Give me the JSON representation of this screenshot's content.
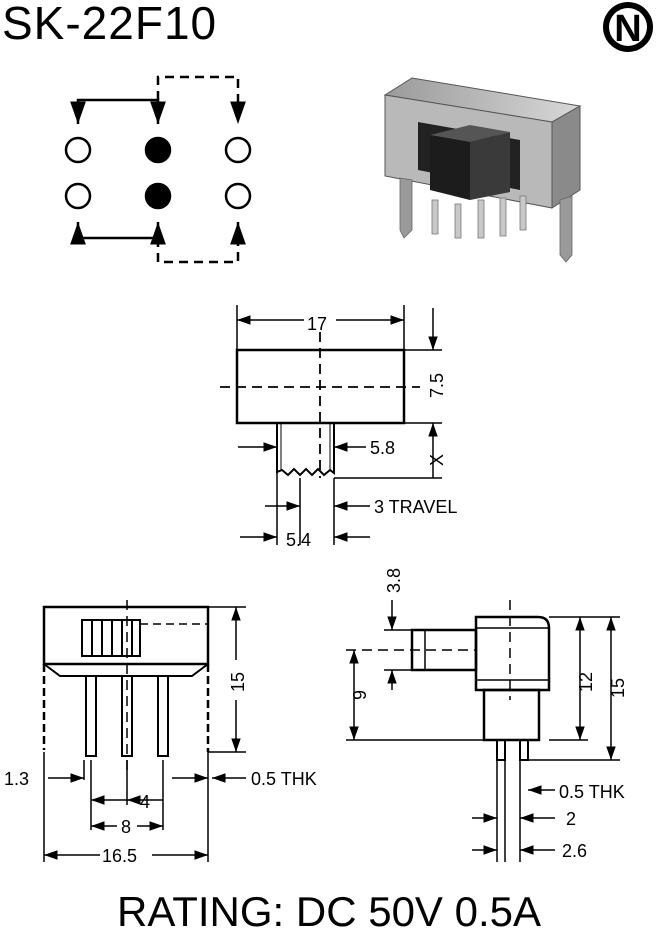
{
  "model": "SK-22F10",
  "logo": "N",
  "rating": "RATING: DC 50V 0.5A",
  "dimensions": {
    "width": "17",
    "height": "7.5",
    "knob_width": "5.8",
    "knob_height": "X",
    "travel": "3 TRAVEL",
    "knob_base": "5.4",
    "knob_protrusion": "3.8",
    "knob_center": "9",
    "body_height_side": "12",
    "total_height_side": "15",
    "total_height_front": "15",
    "terminal_offset": "1.3",
    "thickness_front": "0.5 THK",
    "pin_pitch": "4",
    "pin_span": "8",
    "total_width": "16.5",
    "thickness_side": "0.5 THK",
    "pin_gap": "2",
    "pin_width": "2.6"
  },
  "colors": {
    "ink": "#000000",
    "paper": "#ffffff",
    "body_grey": "#a8a8a8",
    "body_light": "#d9d9d9",
    "knob_dark": "#2b2b2b"
  }
}
